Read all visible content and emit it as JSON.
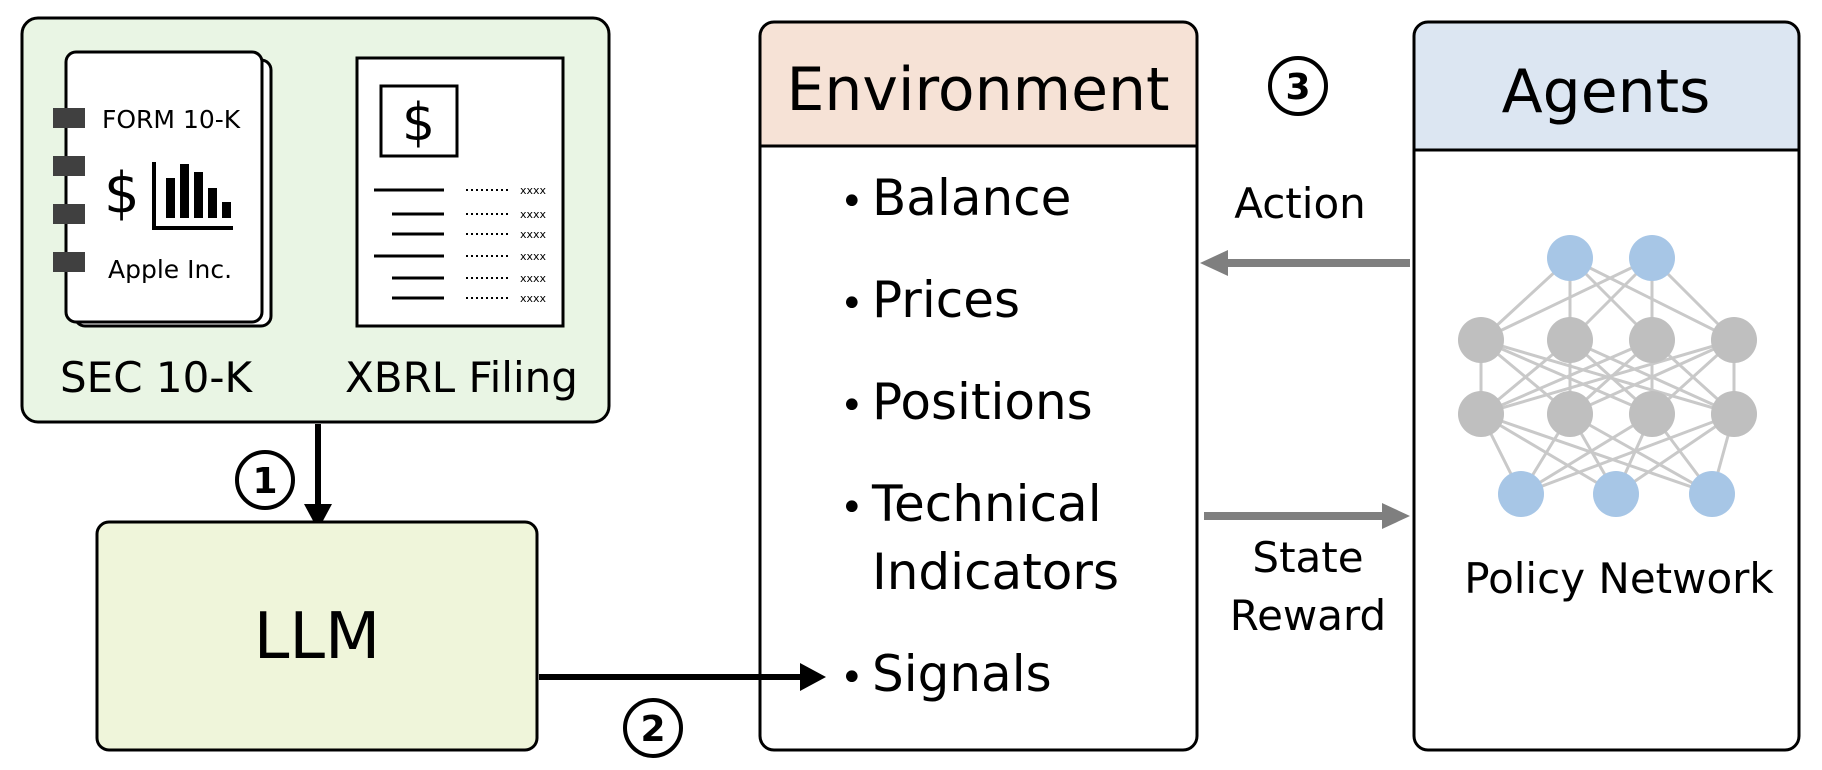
{
  "sources": {
    "form": {
      "header": "FORM 10-K",
      "company": "Apple Inc.",
      "dollar": "$",
      "caption": "SEC 10-K"
    },
    "xbrl": {
      "dollar": "$",
      "placeholder": "xxxx",
      "caption": "XBRL Filing"
    }
  },
  "llm": {
    "label": "LLM"
  },
  "environment": {
    "title": "Environment",
    "bullet": "•",
    "items": [
      "Balance",
      "Prices",
      "Positions",
      "Technical",
      "Indicators",
      "Signals"
    ]
  },
  "agents": {
    "title": "Agents",
    "network_label": "Policy Network"
  },
  "flows": {
    "step1": "1",
    "step2": "2",
    "step3": "3",
    "action": "Action",
    "state": "State",
    "reward": "Reward"
  },
  "colors": {
    "sources_fill": "#e9f5e4",
    "llm_fill": "#eff5da",
    "env_header_fill": "#f6e2d6",
    "agents_header_fill": "#dce6f2",
    "node_grey": "#bfbfbf",
    "node_blue": "#a7c6e6",
    "edge_grey": "#c9c9c9",
    "arrow_grey": "#7f7f7f",
    "ink": "#000000"
  },
  "icons": [
    "binder-icon",
    "bar-chart-icon",
    "dollar-icon",
    "document-icon",
    "neural-network-icon"
  ]
}
